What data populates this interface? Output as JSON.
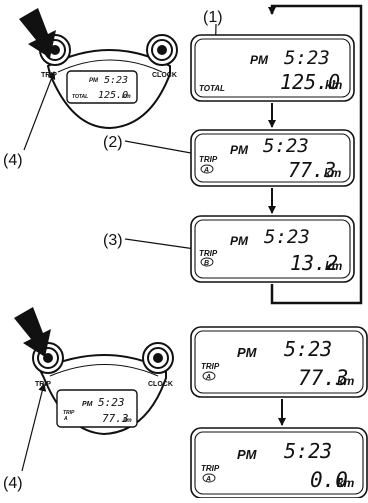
{
  "callouts": {
    "c1": "(1)",
    "c2": "(2)",
    "c3": "(3)",
    "c4": "(4)"
  },
  "buttons": {
    "trip": "TRIP",
    "clock": "CLOCK"
  },
  "units": {
    "km": "km"
  },
  "trip_badges": {
    "a": "A",
    "b": "B"
  },
  "top_sequence": {
    "screen1": {
      "ampm": "PM",
      "time": "5:23",
      "label": "TOTAL",
      "value": "125.0"
    },
    "screen2": {
      "ampm": "PM",
      "time": "5:23",
      "label": "TRIP",
      "badge": "A",
      "value": "77.3"
    },
    "screen3": {
      "ampm": "PM",
      "time": "5:23",
      "label": "TRIP",
      "badge": "B",
      "value": "13.2"
    },
    "panel_lcd": {
      "ampm": "PM",
      "time": "5:23",
      "label": "TOTAL",
      "value": "125.0"
    }
  },
  "bottom_sequence": {
    "screen1": {
      "ampm": "PM",
      "time": "5:23",
      "label": "TRIP",
      "badge": "A",
      "value": "77.3"
    },
    "screen2": {
      "ampm": "PM",
      "time": "5:23",
      "label": "TRIP",
      "badge": "A",
      "value": "0.0"
    },
    "panel_lcd": {
      "ampm": "PM",
      "time": "5:23",
      "label": "TRIP",
      "badge": "A",
      "value": "77.3"
    }
  }
}
